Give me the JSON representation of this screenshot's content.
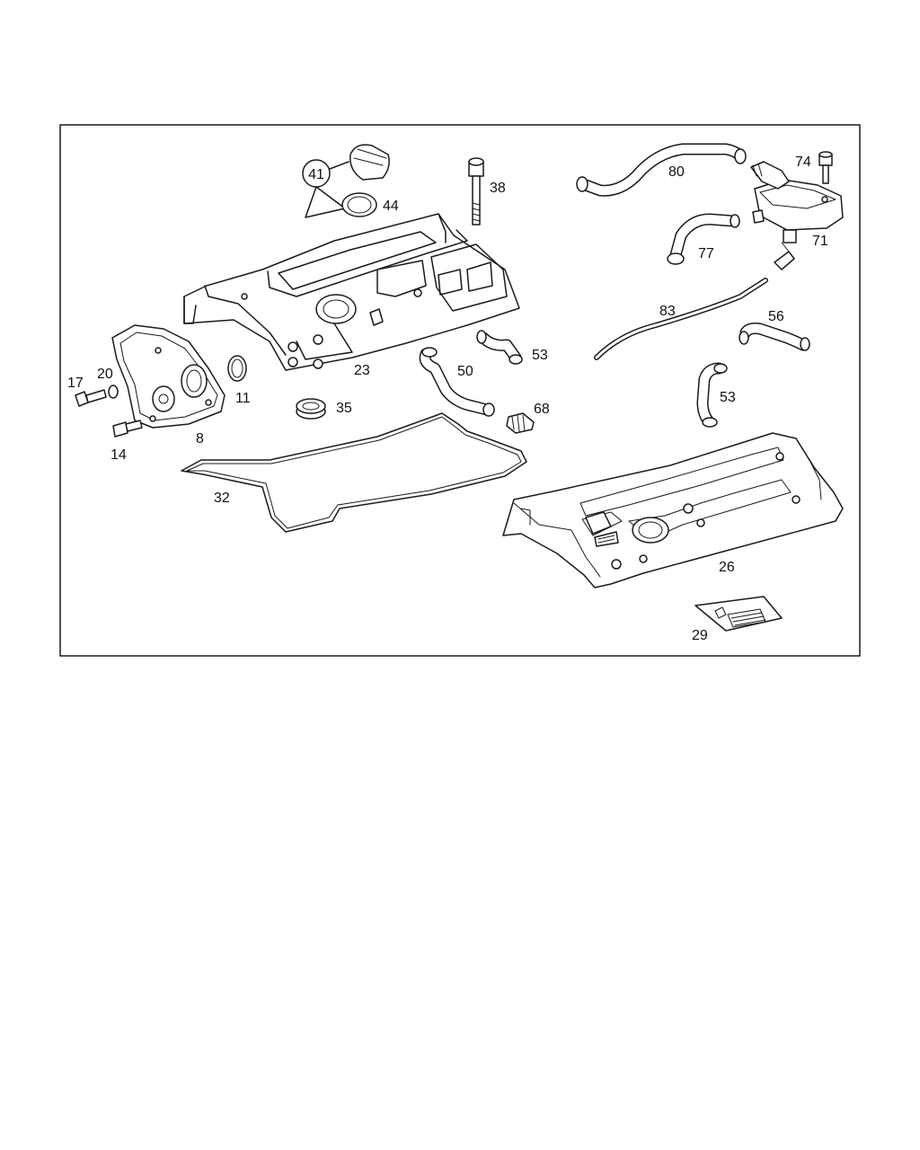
{
  "diagram": {
    "labels": {
      "p8": "8",
      "p11": "11",
      "p14": "14",
      "p17": "17",
      "p20": "20",
      "p23": "23",
      "p26": "26",
      "p29": "29",
      "p32": "32",
      "p35": "35",
      "p38": "38",
      "p41": "41",
      "p44": "44",
      "p50": "50",
      "p53a": "53",
      "p53b": "53",
      "p56": "56",
      "p68": "68",
      "p71": "71",
      "p74": "74",
      "p77": "77",
      "p80": "80",
      "p83": "83"
    }
  }
}
